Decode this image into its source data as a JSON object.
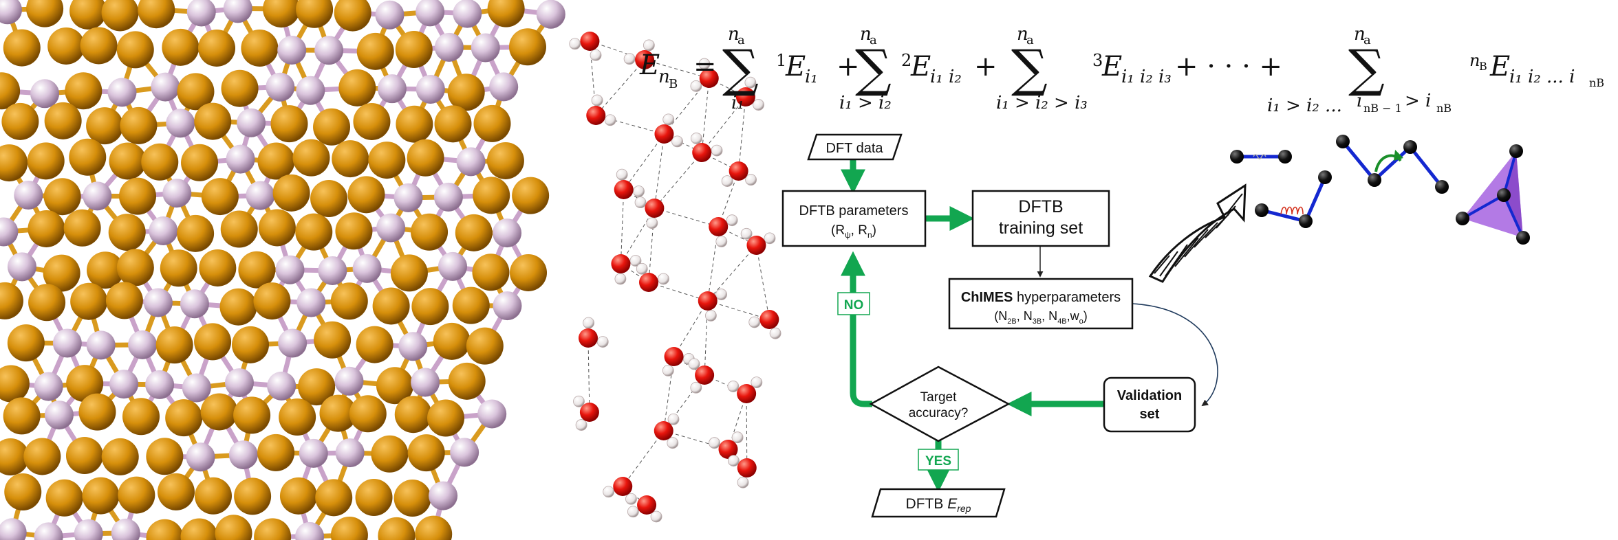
{
  "flow": {
    "dft_data": "DFT data",
    "dftb_params_l1": "DFTB parameters",
    "dftb_params_l2": "(R",
    "dftb_params_psi": "ψ",
    "dftb_params_mid": ", R",
    "dftb_params_n": "n",
    "dftb_params_end": ")",
    "training_l1": "DFTB",
    "training_l2": "training set",
    "chimes_bold": "ChIMES",
    "chimes_rest": " hyperparameters",
    "chimes_l2_parts": [
      "(N",
      "2B",
      ", N",
      "3B",
      ", N",
      "4B",
      ",w",
      "o",
      ")"
    ],
    "validation_l1": "Validation",
    "validation_l2": "set",
    "target_l1": "Target",
    "target_l2": "accuracy?",
    "no_label": "NO",
    "yes_label": "YES",
    "erep_prefix": "DFTB ",
    "erep_E": "E",
    "erep_sub": "rep"
  },
  "equation": {
    "lhs": "E",
    "lhs_sub": "n",
    "lhs_subsub": "B",
    "eq": "=",
    "sum": "∑",
    "upper": "n",
    "upper_sub": "a",
    "t1_sup": "1",
    "t1_E": "E",
    "t1_sub": "i₁",
    "s1_lower": "i₁",
    "t2_sup": "2",
    "t2_sub": "i₁ i₂",
    "s2_lower": "i₁ > i₂",
    "t3_sup": "3",
    "t3_sub": "i₁ i₂ i₃",
    "s3_lower": "i₁ > i₂ > i₃",
    "plus": "+",
    "dots": "+ · · · +",
    "tn_sup": "n",
    "tn_supsub": "B",
    "tn_sub": "i₁ i₂ ... i",
    "tn_subsub": "nB",
    "sn_lower_a": "i₁ > i₂ ...",
    "sn_lower_b": "i",
    "sn_lower_b_sub": "nB − 1",
    "sn_lower_c": " > i",
    "sn_lower_c_sub": "nB"
  },
  "colors": {
    "green": "#12a650",
    "gold": "#d68f0b",
    "lavender": "#d9c3db",
    "red": "#e8150d",
    "blue": "#1428d0",
    "purple": "#a663e0"
  }
}
